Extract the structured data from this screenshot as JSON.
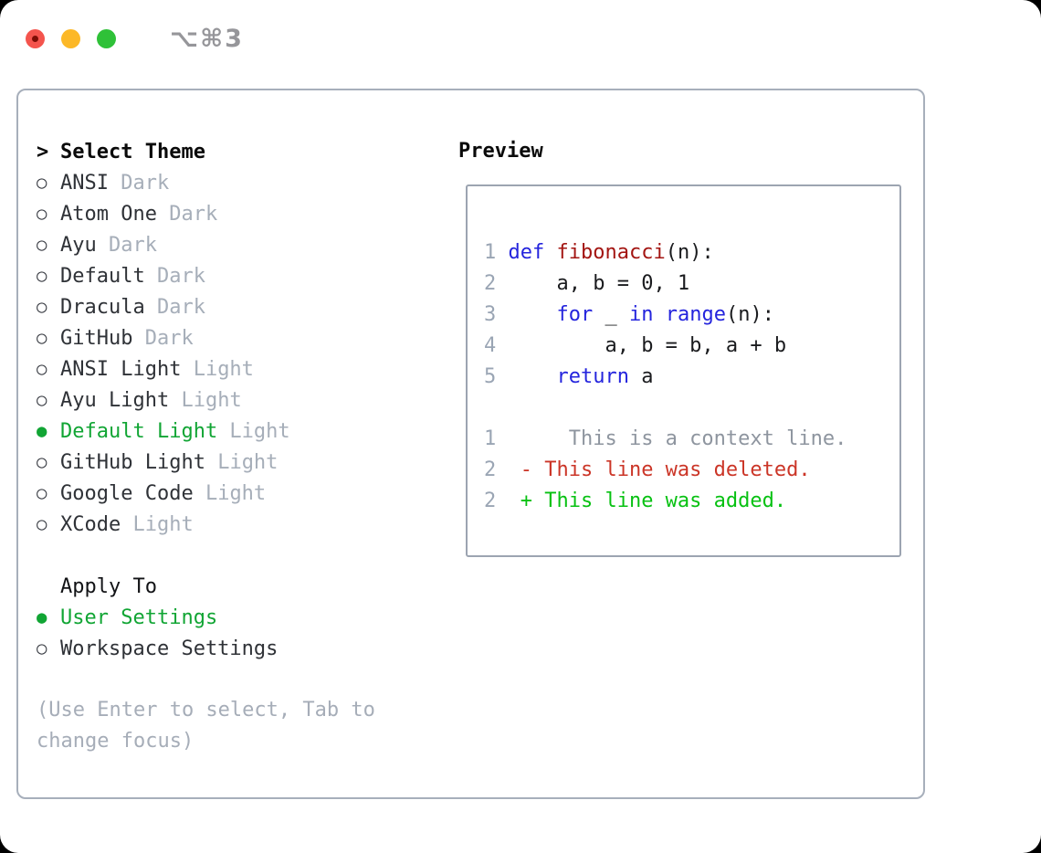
{
  "window": {
    "title": "⌥⌘3"
  },
  "left": {
    "header": {
      "prefix": ">",
      "label": "Select Theme"
    },
    "themes": [
      {
        "name": "ANSI",
        "variant": "Dark",
        "selected": false
      },
      {
        "name": "Atom One",
        "variant": "Dark",
        "selected": false
      },
      {
        "name": "Ayu",
        "variant": "Dark",
        "selected": false
      },
      {
        "name": "Default",
        "variant": "Dark",
        "selected": false
      },
      {
        "name": "Dracula",
        "variant": "Dark",
        "selected": false
      },
      {
        "name": "GitHub",
        "variant": "Dark",
        "selected": false
      },
      {
        "name": "ANSI Light",
        "variant": "Light",
        "selected": false
      },
      {
        "name": "Ayu Light",
        "variant": "Light",
        "selected": false
      },
      {
        "name": "Default Light",
        "variant": "Light",
        "selected": true
      },
      {
        "name": "GitHub Light",
        "variant": "Light",
        "selected": false
      },
      {
        "name": "Google Code",
        "variant": "Light",
        "selected": false
      },
      {
        "name": "XCode",
        "variant": "Light",
        "selected": false
      }
    ],
    "apply_to": {
      "label": "Apply To",
      "options": [
        {
          "name": "User Settings",
          "selected": true
        },
        {
          "name": "Workspace Settings",
          "selected": false
        }
      ]
    },
    "hint_lines": [
      "(Use Enter to select, Tab to",
      "change focus)"
    ]
  },
  "preview": {
    "header": "Preview",
    "lines": [
      {
        "gutter": "1",
        "kind": "code",
        "parts": [
          [
            "def",
            "kw"
          ],
          [
            " ",
            "p"
          ],
          [
            "fibonacci",
            "fn"
          ],
          [
            "(n):",
            "p"
          ]
        ]
      },
      {
        "gutter": "2",
        "kind": "code",
        "parts": [
          [
            "    a, b = 0, 1",
            "p"
          ]
        ]
      },
      {
        "gutter": "3",
        "kind": "code",
        "parts": [
          [
            "    ",
            "p"
          ],
          [
            "for",
            "kw"
          ],
          [
            " _ ",
            "p"
          ],
          [
            "in",
            "kw"
          ],
          [
            " ",
            "p"
          ],
          [
            "range",
            "kw"
          ],
          [
            "(n):",
            "p"
          ]
        ]
      },
      {
        "gutter": "4",
        "kind": "code",
        "parts": [
          [
            "        a, b = b, a + b",
            "p"
          ]
        ]
      },
      {
        "gutter": "5",
        "kind": "code",
        "parts": [
          [
            "    ",
            "p"
          ],
          [
            "return",
            "kw"
          ],
          [
            " a",
            "p"
          ]
        ]
      },
      {
        "blank": true
      },
      {
        "gutter": "1",
        "kind": "diff-context",
        "parts": [
          [
            "     This is a context line.",
            "ctx"
          ]
        ]
      },
      {
        "gutter": "2",
        "kind": "diff-deleted",
        "parts": [
          [
            " - This line was deleted.",
            "del"
          ]
        ]
      },
      {
        "gutter": "2",
        "kind": "diff-added",
        "parts": [
          [
            " + This line was added.",
            "add"
          ]
        ]
      }
    ]
  },
  "palette": {
    "keyword": "#2424dd",
    "function": "#a31512",
    "code_plain": "#1a1b1e",
    "line_number": "#9aa5b4",
    "context": "#8e959f",
    "deleted": "#cb3527",
    "added": "#07c112",
    "selected_green": "#11a534",
    "item_text": "#2f3237",
    "muted_suffix": "#a6aeb9",
    "hint_gray": "#a6adb8",
    "box_border": "#a7afbb",
    "title_gray": "#96969a",
    "traffic_red": "#f4544d",
    "traffic_yellow": "#fcb827",
    "traffic_green": "#2fc138"
  }
}
